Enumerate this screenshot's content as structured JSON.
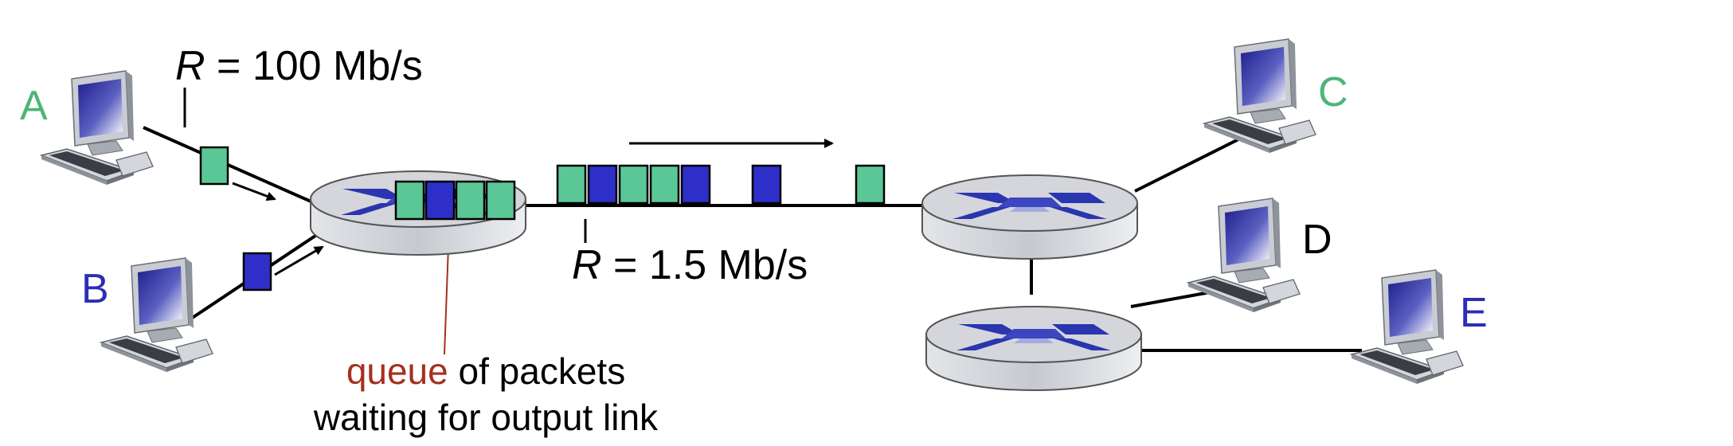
{
  "colors": {
    "green": "#4FB477",
    "blue": "#2A2FB5",
    "queue_red": "#A5301F",
    "packet_green": "#5BC796",
    "packet_blue": "#2E2FC8",
    "router_top": "#D7D9DE",
    "router_side": "#BFC2C8",
    "router_x": "#2A35B0",
    "line": "#000000"
  },
  "hosts": [
    {
      "label": "A",
      "color": "green"
    },
    {
      "label": "B",
      "color": "blue"
    },
    {
      "label": "C",
      "color": "green"
    },
    {
      "label": "D",
      "color": "black"
    },
    {
      "label": "E",
      "color": "blue"
    }
  ],
  "links": {
    "access": {
      "italic": "R",
      "rest": " = 100 Mb/s"
    },
    "bottleneck": {
      "italic": "R",
      "rest": " = 1.5 Mb/s"
    }
  },
  "queue_caption": {
    "highlight": "queue",
    "line1_rest": " of packets",
    "line2": "waiting for output link"
  },
  "router_queue": [
    "green",
    "blue",
    "green",
    "green"
  ],
  "link_packets": [
    "green",
    "blue",
    "green",
    "green",
    "blue",
    "blue",
    "green"
  ],
  "incoming_packets": {
    "from_A": "green",
    "from_B": "blue"
  },
  "icons": [
    "computer-icon",
    "router-icon",
    "arrow-icon"
  ]
}
